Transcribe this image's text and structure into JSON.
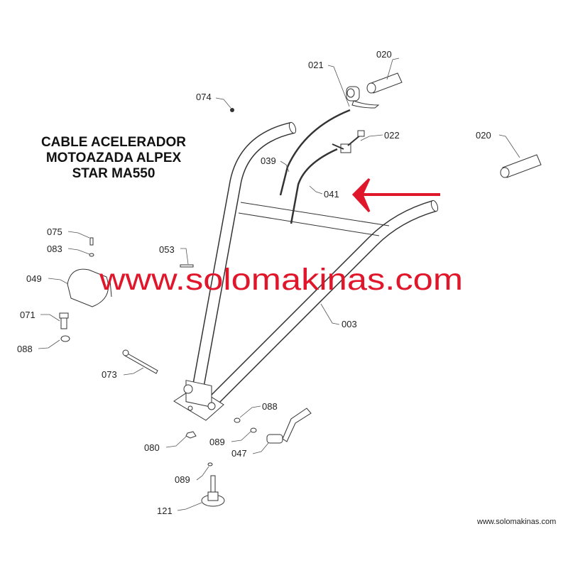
{
  "title": {
    "lines": [
      "CABLE ACELERADOR",
      "MOTOAZADA ALPEX",
      "STAR MA550"
    ]
  },
  "watermark": "www.solomakinas.com",
  "footer": "www.solomakinas.com",
  "colors": {
    "watermark": "#e0162b",
    "arrow": "#e0162b",
    "lines": "#333333"
  },
  "parts": {
    "p020a": "020",
    "p021": "021",
    "p074": "074",
    "p022": "022",
    "p020b": "020",
    "p039": "039",
    "p041": "041",
    "p075": "075",
    "p083": "083",
    "p053": "053",
    "p049": "049",
    "p071": "071",
    "p003": "003",
    "p088a": "088",
    "p073": "073",
    "p088b": "088",
    "p080": "080",
    "p089a": "089",
    "p047": "047",
    "p089b": "089",
    "p121": "121"
  }
}
